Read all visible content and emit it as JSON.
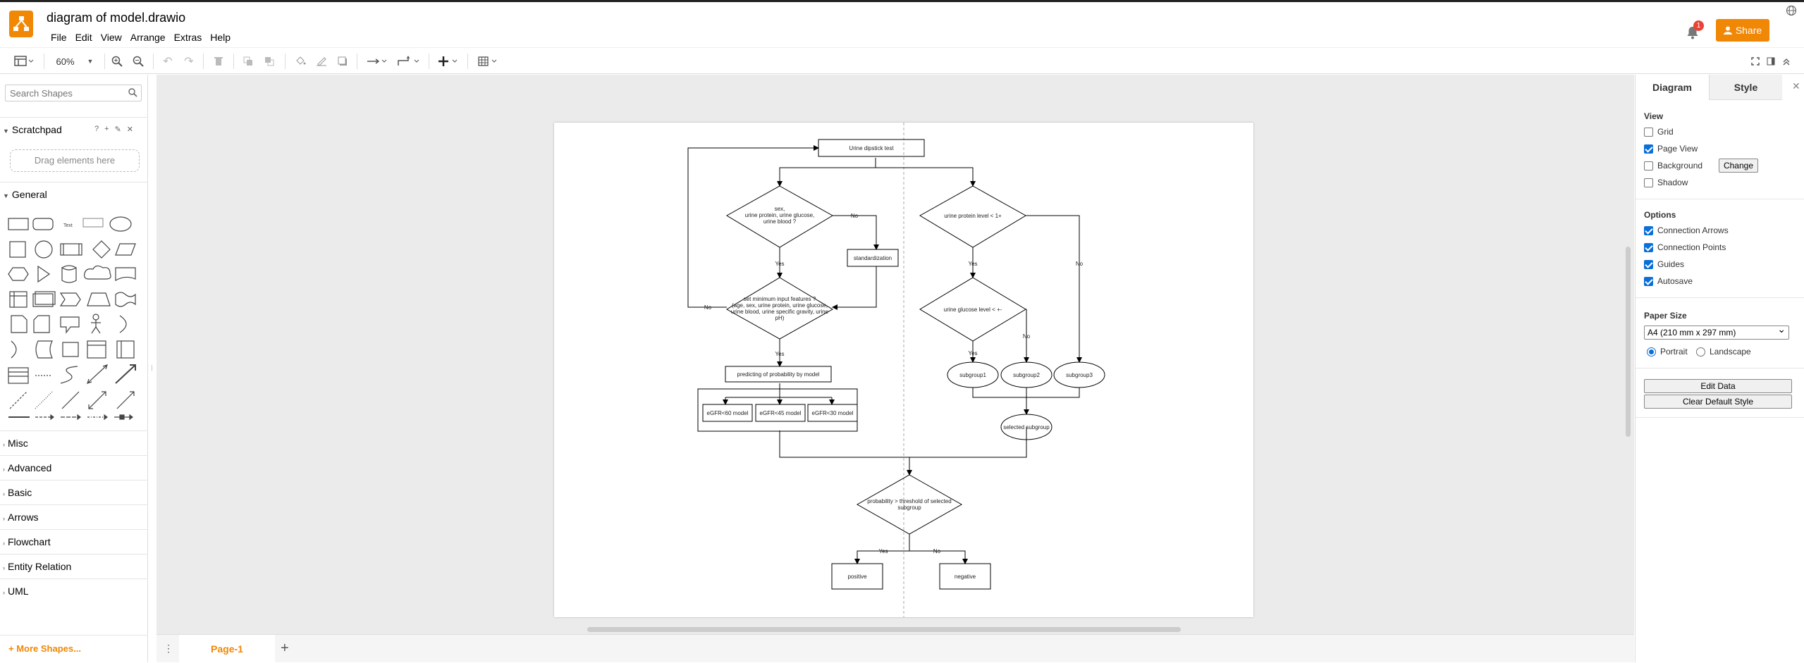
{
  "app": {
    "document_title": "diagram of model.drawio",
    "menu": [
      "File",
      "Edit",
      "View",
      "Arrange",
      "Extras",
      "Help"
    ],
    "share_label": "Share",
    "notification_count": "1"
  },
  "toolbar": {
    "zoom": "60%"
  },
  "sidebar": {
    "search_placeholder": "Search Shapes",
    "scratchpad_title": "Scratchpad",
    "scratchpad_icons": [
      "?",
      "+",
      "✎",
      "✕"
    ],
    "drag_hint": "Drag elements here",
    "general_title": "General",
    "sections": [
      "Misc",
      "Advanced",
      "Basic",
      "Arrows",
      "Flowchart",
      "Entity Relation",
      "UML"
    ],
    "more_shapes": "+ More Shapes..."
  },
  "pages": {
    "active_tab": "Page-1"
  },
  "format_panel": {
    "tabs": [
      "Diagram",
      "Style"
    ],
    "view_label": "View",
    "view_options": [
      {
        "label": "Grid",
        "checked": false
      },
      {
        "label": "Page View",
        "checked": true
      },
      {
        "label": "Background",
        "checked": false
      },
      {
        "label": "Shadow",
        "checked": false
      }
    ],
    "change_button": "Change",
    "options_label": "Options",
    "options": [
      {
        "label": "Connection Arrows",
        "checked": true
      },
      {
        "label": "Connection Points",
        "checked": true
      },
      {
        "label": "Guides",
        "checked": true
      },
      {
        "label": "Autosave",
        "checked": true
      }
    ],
    "paper_size_label": "Paper Size",
    "paper_size": "A4 (210 mm x 297 mm)",
    "orientation": {
      "portrait": "Portrait",
      "landscape": "Landscape",
      "selected": "portrait"
    },
    "edit_data": "Edit Data",
    "clear_default_style": "Clear Default Style"
  },
  "diagram": {
    "start": "Urine dipstick test",
    "decision1": [
      "sex,",
      "urine protein, urine glucose,",
      "urine blood ?"
    ],
    "standardization": "standardization",
    "decision2": [
      "set minimum input features ?",
      "(age, sex, urine protein, urine glucose,",
      "urine blood, urine specific gravity, urine",
      "pH)"
    ],
    "predict": "predicting of probability by model",
    "models": [
      "eGFR<60 model",
      "eGFR<45 model",
      "eGFR<30 model"
    ],
    "decision_r1": "urine protein level < 1+",
    "decision_r2": "urine glucose level < +-",
    "subgroups": [
      "subgroup1",
      "subgroup2",
      "subgroup3"
    ],
    "selected_subgroup": "selected subgroup",
    "decision_final": [
      "probability > threshold of selected",
      "subgroup"
    ],
    "positive": "positive",
    "negative": "negative",
    "yes": "Yes",
    "no": "No"
  }
}
